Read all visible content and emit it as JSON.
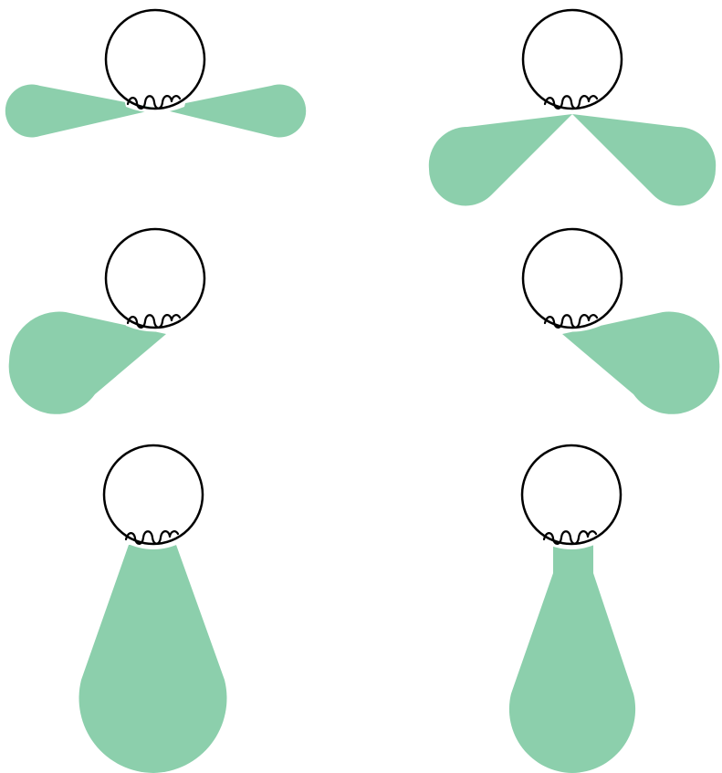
{
  "colors": {
    "lobe_fill": "#8ccfac",
    "outline": "#000000",
    "background": "#ffffff"
  },
  "icons": [
    "circle-outline",
    "wavy-coil",
    "radiation-lobe"
  ],
  "panels": [
    {
      "id": "a",
      "pattern": "two-narrow-horizontal-lobes"
    },
    {
      "id": "b",
      "pattern": "two-wide-angled-lobes"
    },
    {
      "id": "c",
      "pattern": "single-left-lobe"
    },
    {
      "id": "d",
      "pattern": "single-right-lobe"
    },
    {
      "id": "e",
      "pattern": "single-downward-lobe"
    },
    {
      "id": "f",
      "pattern": "single-downward-lobe-with-neck"
    }
  ]
}
